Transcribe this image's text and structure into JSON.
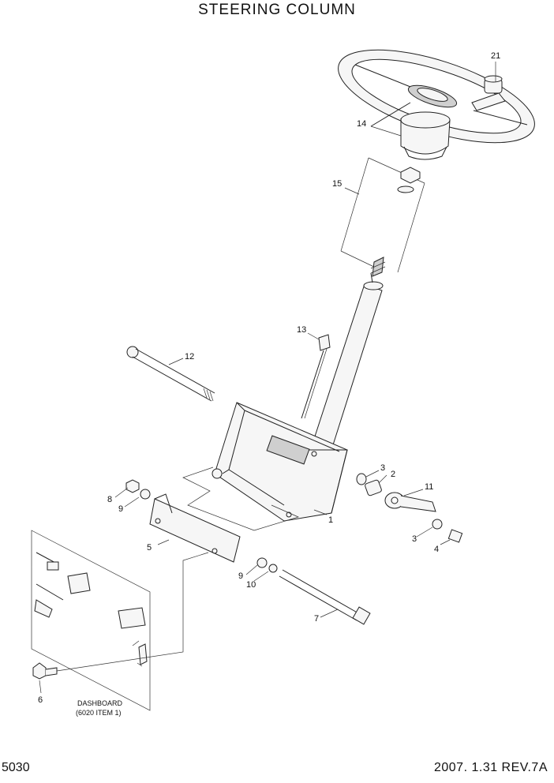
{
  "title": "STEERING COLUMN",
  "page_number": "5030",
  "revision": "2007. 1.31 REV.7A",
  "callouts": [
    "21",
    "14",
    "15",
    "13",
    "12",
    "3",
    "2",
    "11",
    "1",
    "8",
    "9",
    "5",
    "9",
    "10",
    "3",
    "4",
    "7",
    "6"
  ],
  "dashboard_label": [
    "DASHBOARD",
    "(6020 ITEM 1)"
  ]
}
